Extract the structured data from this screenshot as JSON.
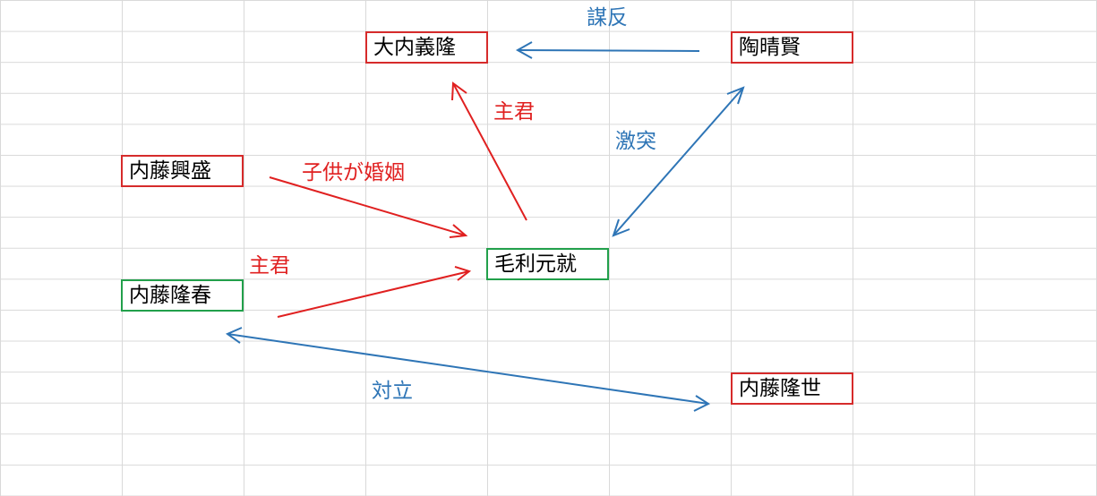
{
  "nodes": {
    "ouchi_yoshitaka": "大内義隆",
    "sue_harukata": "陶晴賢",
    "naito_okimori": "内藤興盛",
    "mori_motonari": "毛利元就",
    "naito_takaharu": "内藤隆春",
    "naito_takayo": "内藤隆世"
  },
  "labels": {
    "rebellion": "謀反",
    "lord_top": "主君",
    "clash": "激突",
    "child_marriage": "子供が婚姻",
    "lord_left": "主君",
    "conflict": "対立"
  },
  "colors": {
    "red": "#e02020",
    "blue": "#2e75b6",
    "red_border": "#d62b2b",
    "green_border": "#22a04b",
    "grid": "#d9d9d9"
  }
}
